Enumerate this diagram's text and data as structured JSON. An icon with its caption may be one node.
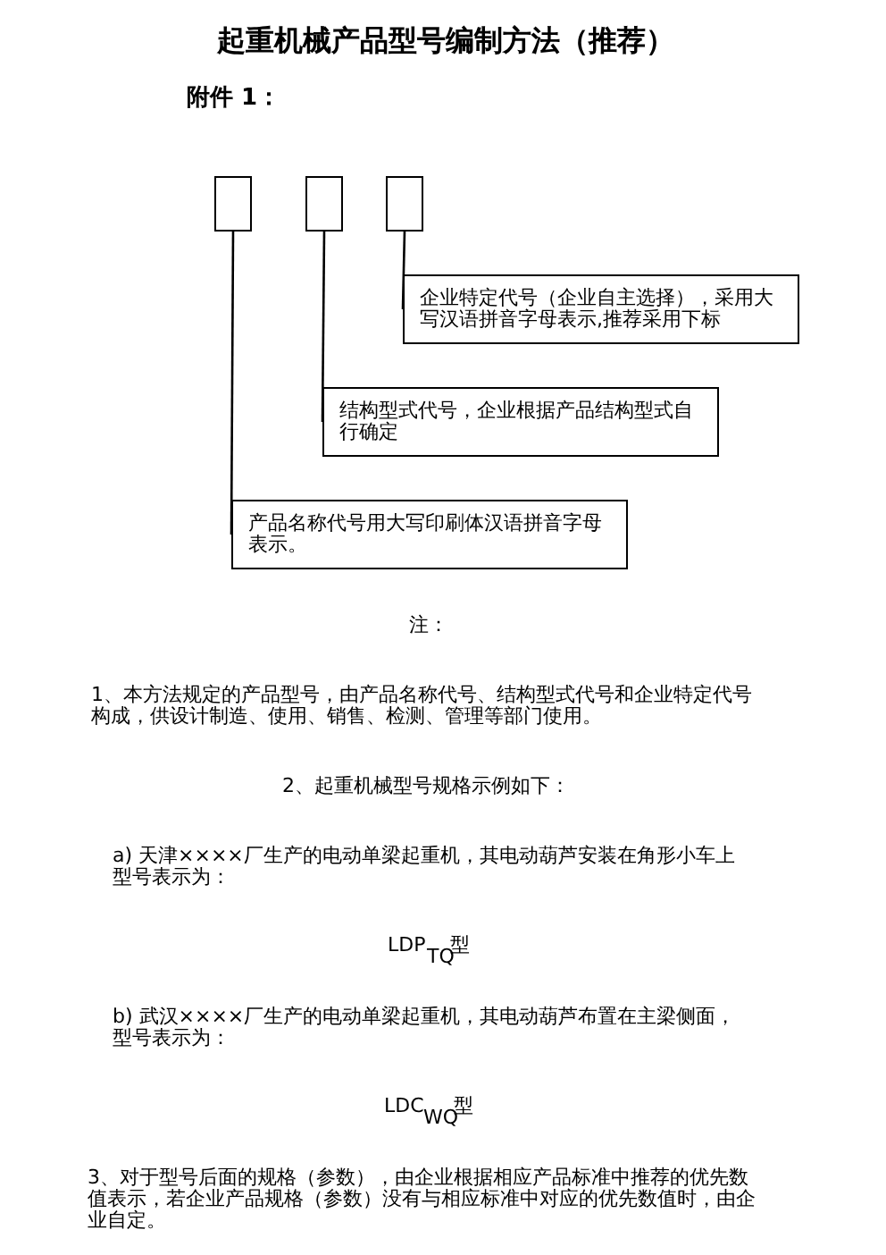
{
  "diagram": {
    "title": "起重机械产品型号编制方法（推荐）",
    "nodes": [
      {
        "text": [],
        "shape": "box"
      },
      {
        "text": [],
        "shape": "box"
      },
      {
        "text": [],
        "shape": "box"
      },
      {
        "text": [
          "企业特定代号（企业自主选择），采用大写汉语拼音字母表示,推荐采用下标"
        ]
      },
      {
        "text": [
          "结构型式代号，企业根据产品结构型式自行确定"
        ]
      },
      {
        "text": [
          "产品名称代号用大写印刷体汉语拼音字母表示。"
        ]
      }
    ],
    "edges": [
      {
        "from": 2,
        "to": 3,
        "arrow": "none"
      },
      {
        "from": 1,
        "to": 4,
        "arrow": "none"
      },
      {
        "from": 0,
        "to": 5,
        "arrow": "none"
      }
    ],
    "labels": [
      "附件 1：",
      "注：",
      "1、本方法规定的产品型号，由产品名称代号、结构型式代号和企业特定代号构成，供设计制造、使用、销售、检测、管理等部门使用。",
      "2、起重机械型号规格示例如下：",
      "a) 天津××××厂生产的电动单梁起重机，其电动葫芦安装在角形小车上型号表示为：",
      "LDP$_{TQ}$型",
      "b) 武汉××××厂生产的电动单梁起重机，其电动葫芦布置在主梁侧面，型号表示为：",
      "LDC$_{WQ}$型",
      "3、对于型号后面的规格（参数），由企业根据相应产品标准中推荐的优先数值表示，若企业产品规格（参数）没有与相应标准中对应的优先数值时，由企业自定。"
    ]
  }
}
